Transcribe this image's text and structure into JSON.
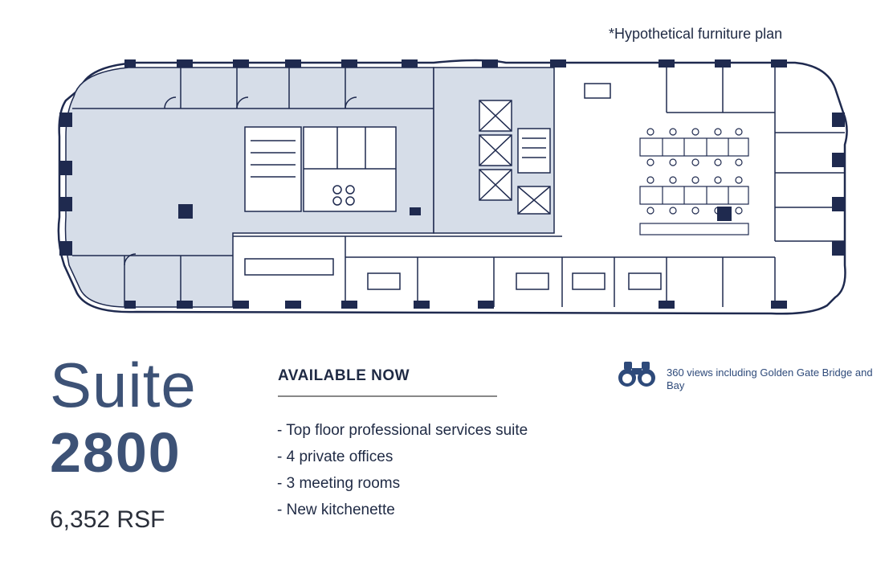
{
  "plan": {
    "note": "*Hypothetical furniture plan",
    "colors": {
      "wall": "#1f2a4f",
      "core": "#d6dde8",
      "line": "#1f2a4f",
      "background": "#ffffff"
    }
  },
  "suite": {
    "label": "Suite",
    "number": "2800",
    "area": "6,352 RSF"
  },
  "availability": {
    "heading": "AVAILABLE NOW",
    "features": [
      "- Top floor professional services suite",
      "- 4 private offices",
      "- 3 meeting rooms",
      "- New kitchenette"
    ]
  },
  "views": {
    "icon": "binoculars-icon",
    "text": "360 views including Golden Gate Bridge and Bay"
  }
}
